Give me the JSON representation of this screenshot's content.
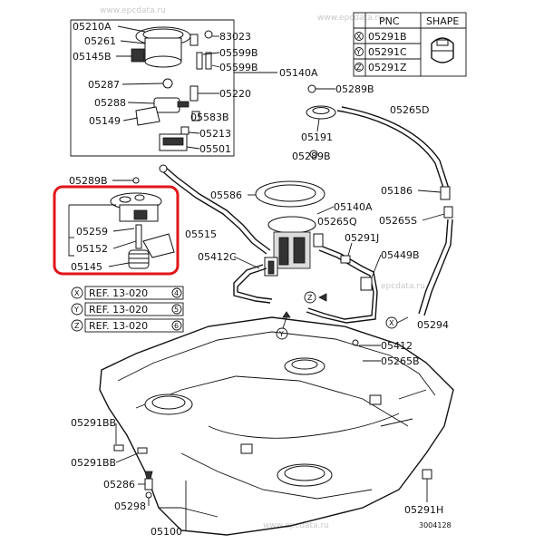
{
  "labels": {
    "05210A": "05210A",
    "05261": "05261",
    "05145B": "05145B",
    "83023": "83023",
    "05599B_1": "05599B",
    "05599B_2": "05599B",
    "05140A_top": "05140A",
    "05287": "05287",
    "05220": "05220",
    "05288": "05288",
    "05149": "05149",
    "05583B": "05583B",
    "05213": "05213",
    "05501": "05501",
    "05289B_top": "05289B",
    "05265D": "05265D",
    "05191": "05191",
    "05289B_mid": "05289B",
    "05289B_left": "05289B",
    "05586": "05586",
    "05140A_mid": "05140A",
    "05186": "05186",
    "05265Q": "05265Q",
    "05265S": "05265S",
    "05515": "05515",
    "05259": "05259",
    "05291J": "05291J",
    "05152": "05152",
    "05412C": "05412C",
    "05449B": "05449B",
    "05145": "05145",
    "05294": "05294",
    "05412": "05412",
    "05265B": "05265B",
    "05291BB_1": "05291BB",
    "05291BB_2": "05291BB",
    "05286": "05286",
    "05298": "05298",
    "05100": "05100",
    "05291H": "05291H",
    "drawing_no": "3004128"
  },
  "refs": [
    {
      "mark": "X",
      "text": "REF. 13-020",
      "num": "4"
    },
    {
      "mark": "Y",
      "text": "REF. 13-020",
      "num": "5"
    },
    {
      "mark": "Z",
      "text": "REF. 13-020",
      "num": "6"
    }
  ],
  "pnc_table": {
    "header_pnc": "PNC",
    "header_shape": "SHAPE",
    "rows": [
      {
        "mark": "X",
        "pnc": "05291B"
      },
      {
        "mark": "Y",
        "pnc": "05291C"
      },
      {
        "mark": "Z",
        "pnc": "05291Z"
      }
    ]
  },
  "callout_marks": {
    "x": "X",
    "y": "Y",
    "z": "Z"
  },
  "watermarks": [
    "www.epcdata.ru",
    "www.epcdata.ru",
    "www.epcdata.ru",
    "epcdata.ru"
  ],
  "colors": {
    "highlight": "#e0161a",
    "line": "#111111",
    "watermark": "#c9c9c9"
  }
}
